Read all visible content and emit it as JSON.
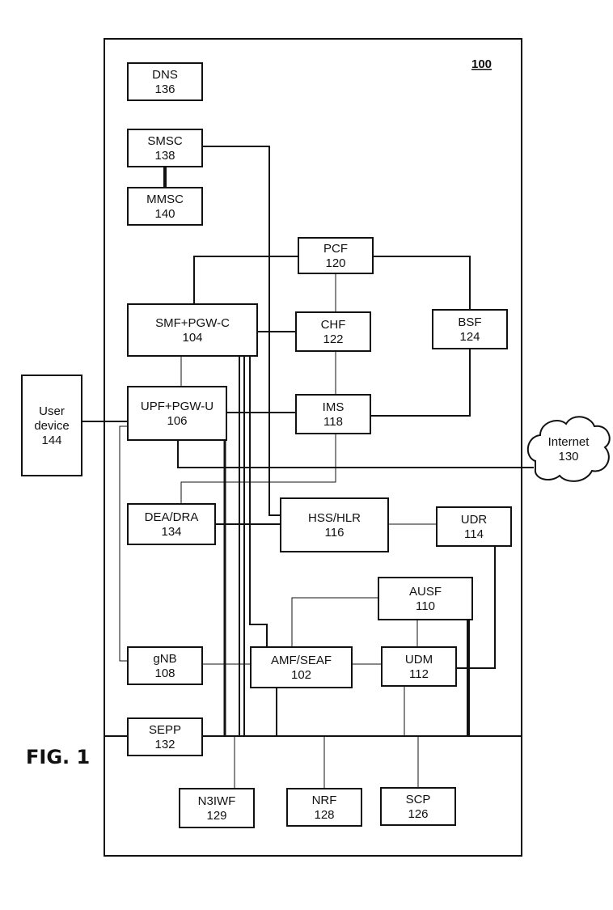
{
  "figure": {
    "label": "FIG. 1",
    "ref": "100"
  },
  "nodes": {
    "dns": [
      "DNS",
      "136"
    ],
    "smsc": [
      "SMSC",
      "138"
    ],
    "mmsc": [
      "MMSC",
      "140"
    ],
    "pcf": [
      "PCF",
      "120"
    ],
    "smf": [
      "SMF+PGW-C",
      "104"
    ],
    "chf": [
      "CHF",
      "122"
    ],
    "bsf": [
      "BSF",
      "124"
    ],
    "user": [
      "User",
      "device",
      "144"
    ],
    "upf": [
      "UPF+PGW-U",
      "106"
    ],
    "ims": [
      "IMS",
      "118"
    ],
    "internet": [
      "Internet",
      "130"
    ],
    "dea": [
      "DEA/DRA",
      "134"
    ],
    "hss": [
      "HSS/HLR",
      "116"
    ],
    "udr": [
      "UDR",
      "114"
    ],
    "ausf": [
      "AUSF",
      "110"
    ],
    "gnb": [
      "gNB",
      "108"
    ],
    "amf": [
      "AMF/SEAF",
      "102"
    ],
    "udm": [
      "UDM",
      "112"
    ],
    "sepp": [
      "SEPP",
      "132"
    ],
    "n3iwf": [
      "N3IWF",
      "129"
    ],
    "nrf": [
      "NRF",
      "128"
    ],
    "scp": [
      "SCP",
      "126"
    ]
  }
}
